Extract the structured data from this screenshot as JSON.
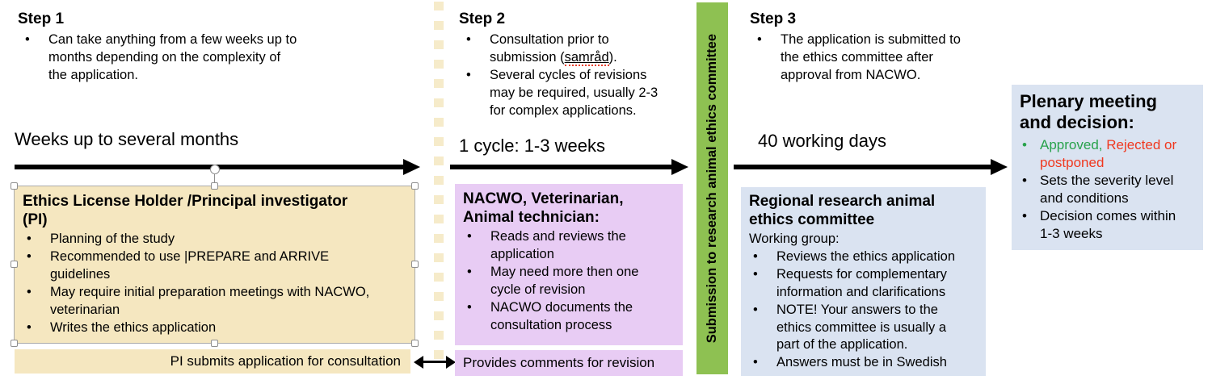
{
  "glyphs": {
    "bullet": "•"
  },
  "colors": {
    "cream": "#f5e7c0",
    "cream_dash": "#f6ebca",
    "purple": "#e8ccf4",
    "blue": "#dae3f1",
    "green_bar": "#8ec152",
    "approved_green": "#28a24c",
    "rejected_red": "#f0381f",
    "arrow_black": "#000000"
  },
  "step1": {
    "title": "Step 1",
    "bullets": [
      "Can take anything from a few weeks up to\nmonths depending on the complexity of\nthe application."
    ],
    "duration": "Weeks up to several months",
    "box": {
      "title": "Ethics License Holder /Principal investigator\n(PI)",
      "bullets": [
        "Planning of the study",
        "Recommended to use |PREPARE and ARRIVE\nguidelines",
        "May require initial preparation meetings with NACWO,\nveterinarian",
        "Writes the ethics application"
      ]
    },
    "strip": "PI submits application for consultation"
  },
  "step2": {
    "title": "Step 2",
    "bullet1_pre": "Consultation prior to\nsubmission (",
    "bullet1_word": "samråd",
    "bullet1_post": ").",
    "bullet2": "Several cycles of revisions\nmay be required, usually 2-3\nfor complex applications.",
    "duration": "1 cycle: 1-3 weeks",
    "box": {
      "title": "NACWO, Veterinarian,\nAnimal technician:",
      "bullets": [
        "Reads and reviews the\napplication",
        "May need more then one\ncycle of revision",
        "NACWO documents the\nconsultation process"
      ]
    },
    "strip": "Provides comments for revision"
  },
  "divider": {
    "label": "Submission to research animal ethics committee"
  },
  "step3": {
    "title": "Step 3",
    "bullets": [
      "The application is submitted to\nthe ethics committee after\napproval from NACWO."
    ],
    "duration": "40 working days",
    "box": {
      "title": "Regional research animal\nethics committee",
      "subtitle": "Working group:",
      "bullets": [
        "Reviews the ethics application",
        "Requests for complementary\ninformation and clarifications",
        "NOTE! Your answers to the\nethics committee is usually a\npart of the application.",
        "Answers must be in Swedish"
      ]
    }
  },
  "plenary": {
    "title": "Plenary meeting\nand decision:",
    "approved": "Approved,",
    "rejected": " Rejected or\npostponed",
    "bullets": [
      "Sets the severity level\nand conditions",
      "Decision comes within\n1-3 weeks"
    ]
  }
}
